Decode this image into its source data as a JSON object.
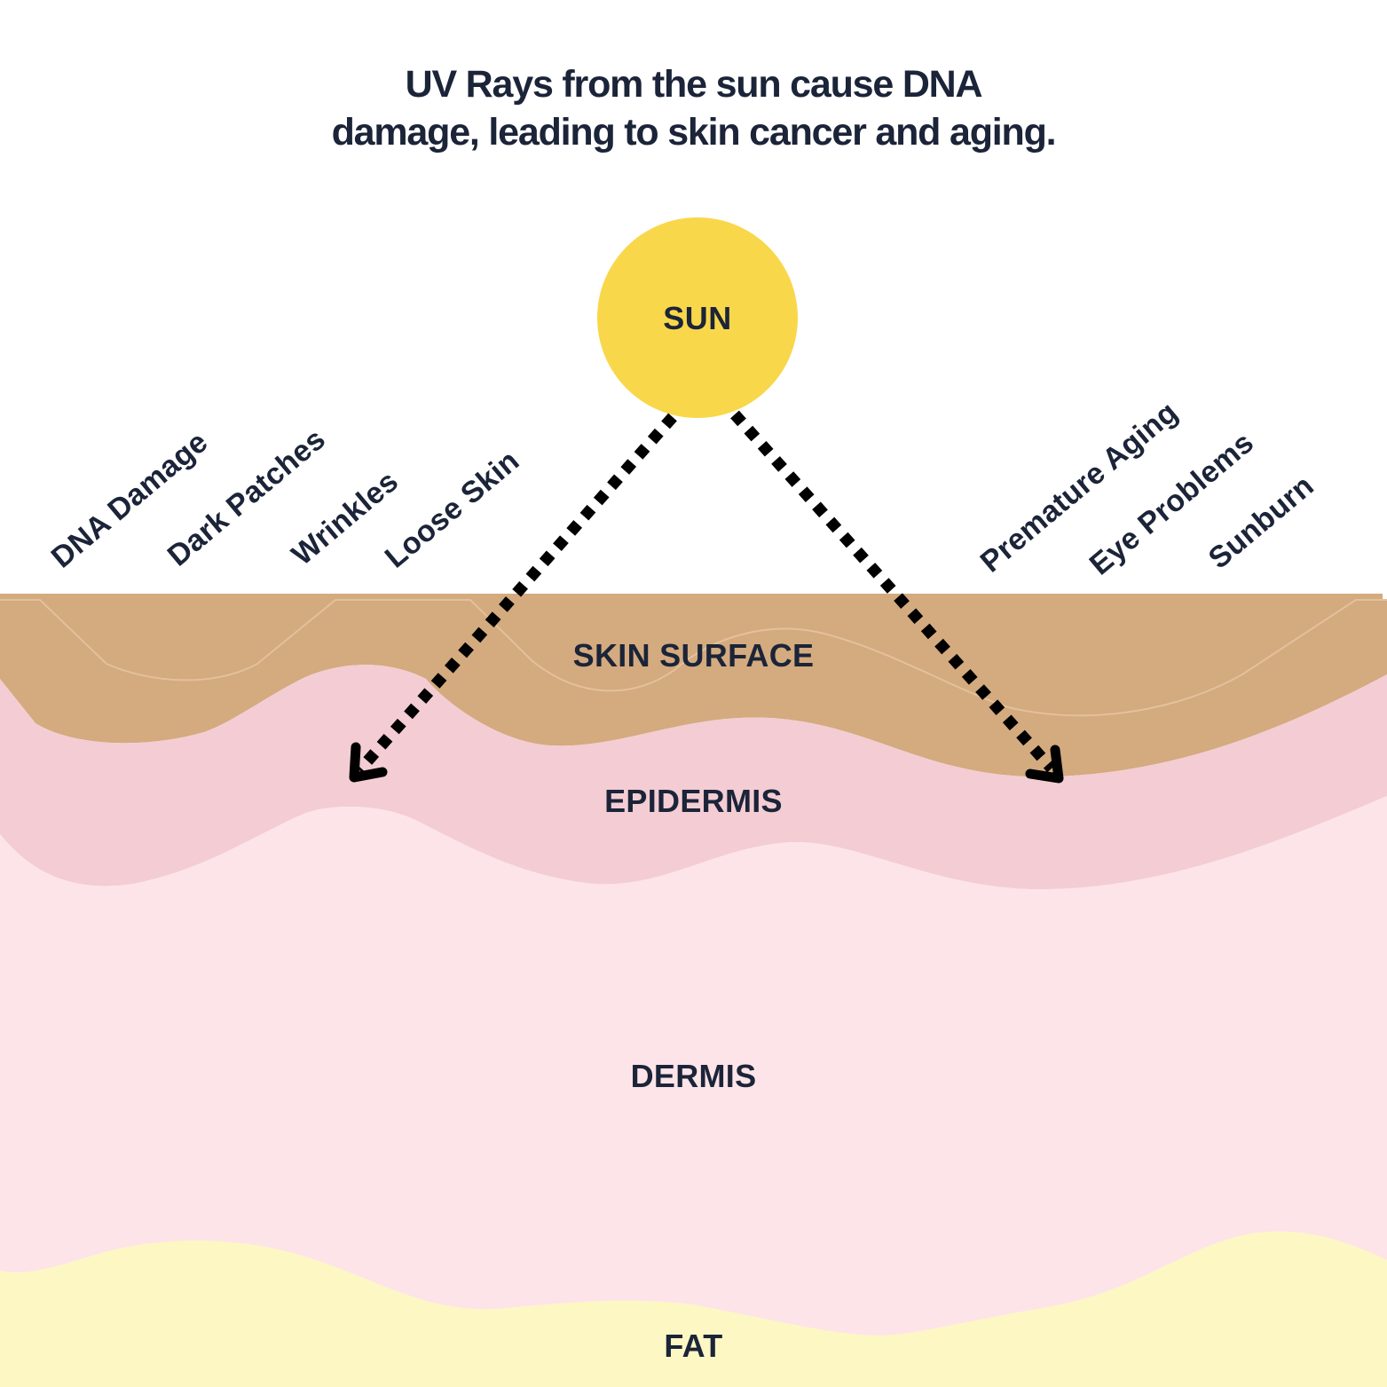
{
  "title": {
    "line1": "UV Rays from the sun cause DNA",
    "line2": "damage, leading to skin cancer and aging."
  },
  "sun": {
    "label": "SUN"
  },
  "effects": {
    "dna_damage": "DNA Damage",
    "dark_patches": "Dark Patches",
    "wrinkles": "Wrinkles",
    "loose_skin": "Loose Skin",
    "premature_aging": "Premature Aging",
    "eye_problems": "Eye Problems",
    "sunburn": "Sunburn"
  },
  "layers": {
    "skin_surface": "SKIN SURFACE",
    "epidermis": "EPIDERMIS",
    "dermis": "DERMIS",
    "fat": "FAT"
  },
  "colors": {
    "background": "#ffffff",
    "sun": "#f9d74a",
    "skin_surface": "#d4aa7f",
    "epidermis": "#f3cdd3",
    "dermis": "#fde4e8",
    "fat": "#fdf7c3",
    "text": "#1b2438",
    "arrow": "#000000"
  }
}
